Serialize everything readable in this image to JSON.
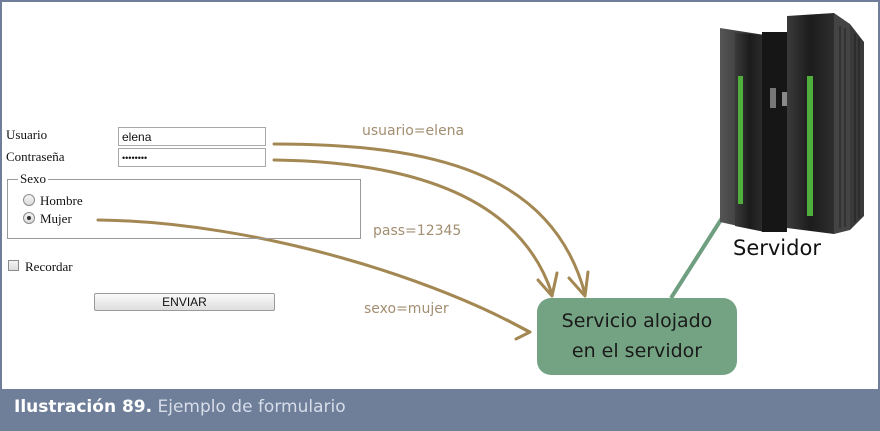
{
  "form": {
    "usuario_label": "Usuario",
    "usuario_value": "elena",
    "contrasena_label": "Contraseña",
    "contrasena_value": "••••••••",
    "sexo_legend": "Sexo",
    "options": [
      {
        "label": "Hombre",
        "checked": false
      },
      {
        "label": "Mujer",
        "checked": true
      }
    ],
    "recordar_label": "Recordar",
    "recordar_checked": false,
    "submit_label": "ENVIAR"
  },
  "diagram": {
    "params": [
      "usuario=elena",
      "pass=12345",
      "sexo=mujer"
    ],
    "service_line1": "Servicio alojado",
    "service_line2": "en el servidor",
    "server_label": "Servidor"
  },
  "caption": {
    "number": "Ilustración 89.",
    "text": "Ejemplo de formulario"
  },
  "colors": {
    "arrow": "#a48853",
    "service_box": "#74a383",
    "connector": "#6f9f80",
    "caption_bg": "#6f7f99",
    "param_text": "#a28e70",
    "server_led": "#4fae3c"
  }
}
